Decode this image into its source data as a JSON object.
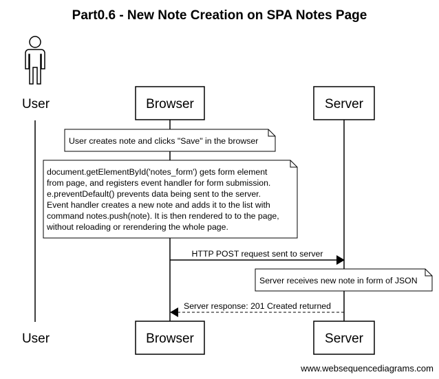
{
  "title": "Part0.6 - New Note Creation on SPA Notes Page",
  "actors": {
    "user": "User",
    "browser": "Browser",
    "server": "Server"
  },
  "notes": {
    "user_action": "User creates note and clicks \"Save\" in the browser",
    "browser_processing": [
      "document.getElementById('notes_form') gets form element",
      "from page, and registers event handler for form submission.",
      "e.preventDefault() prevents data being sent to the server.",
      "Event handler creates a new note and adds it to the list with",
      "command notes.push(note). It is then rendered to to the page,",
      "without reloading or rerendering the whole page."
    ],
    "server_receive": "Server receives new note in form of JSON"
  },
  "messages": {
    "post_request": "HTTP POST request sent to server",
    "server_response": "Server response: 201 Created returned"
  },
  "footer": "www.websequencediagrams.com"
}
